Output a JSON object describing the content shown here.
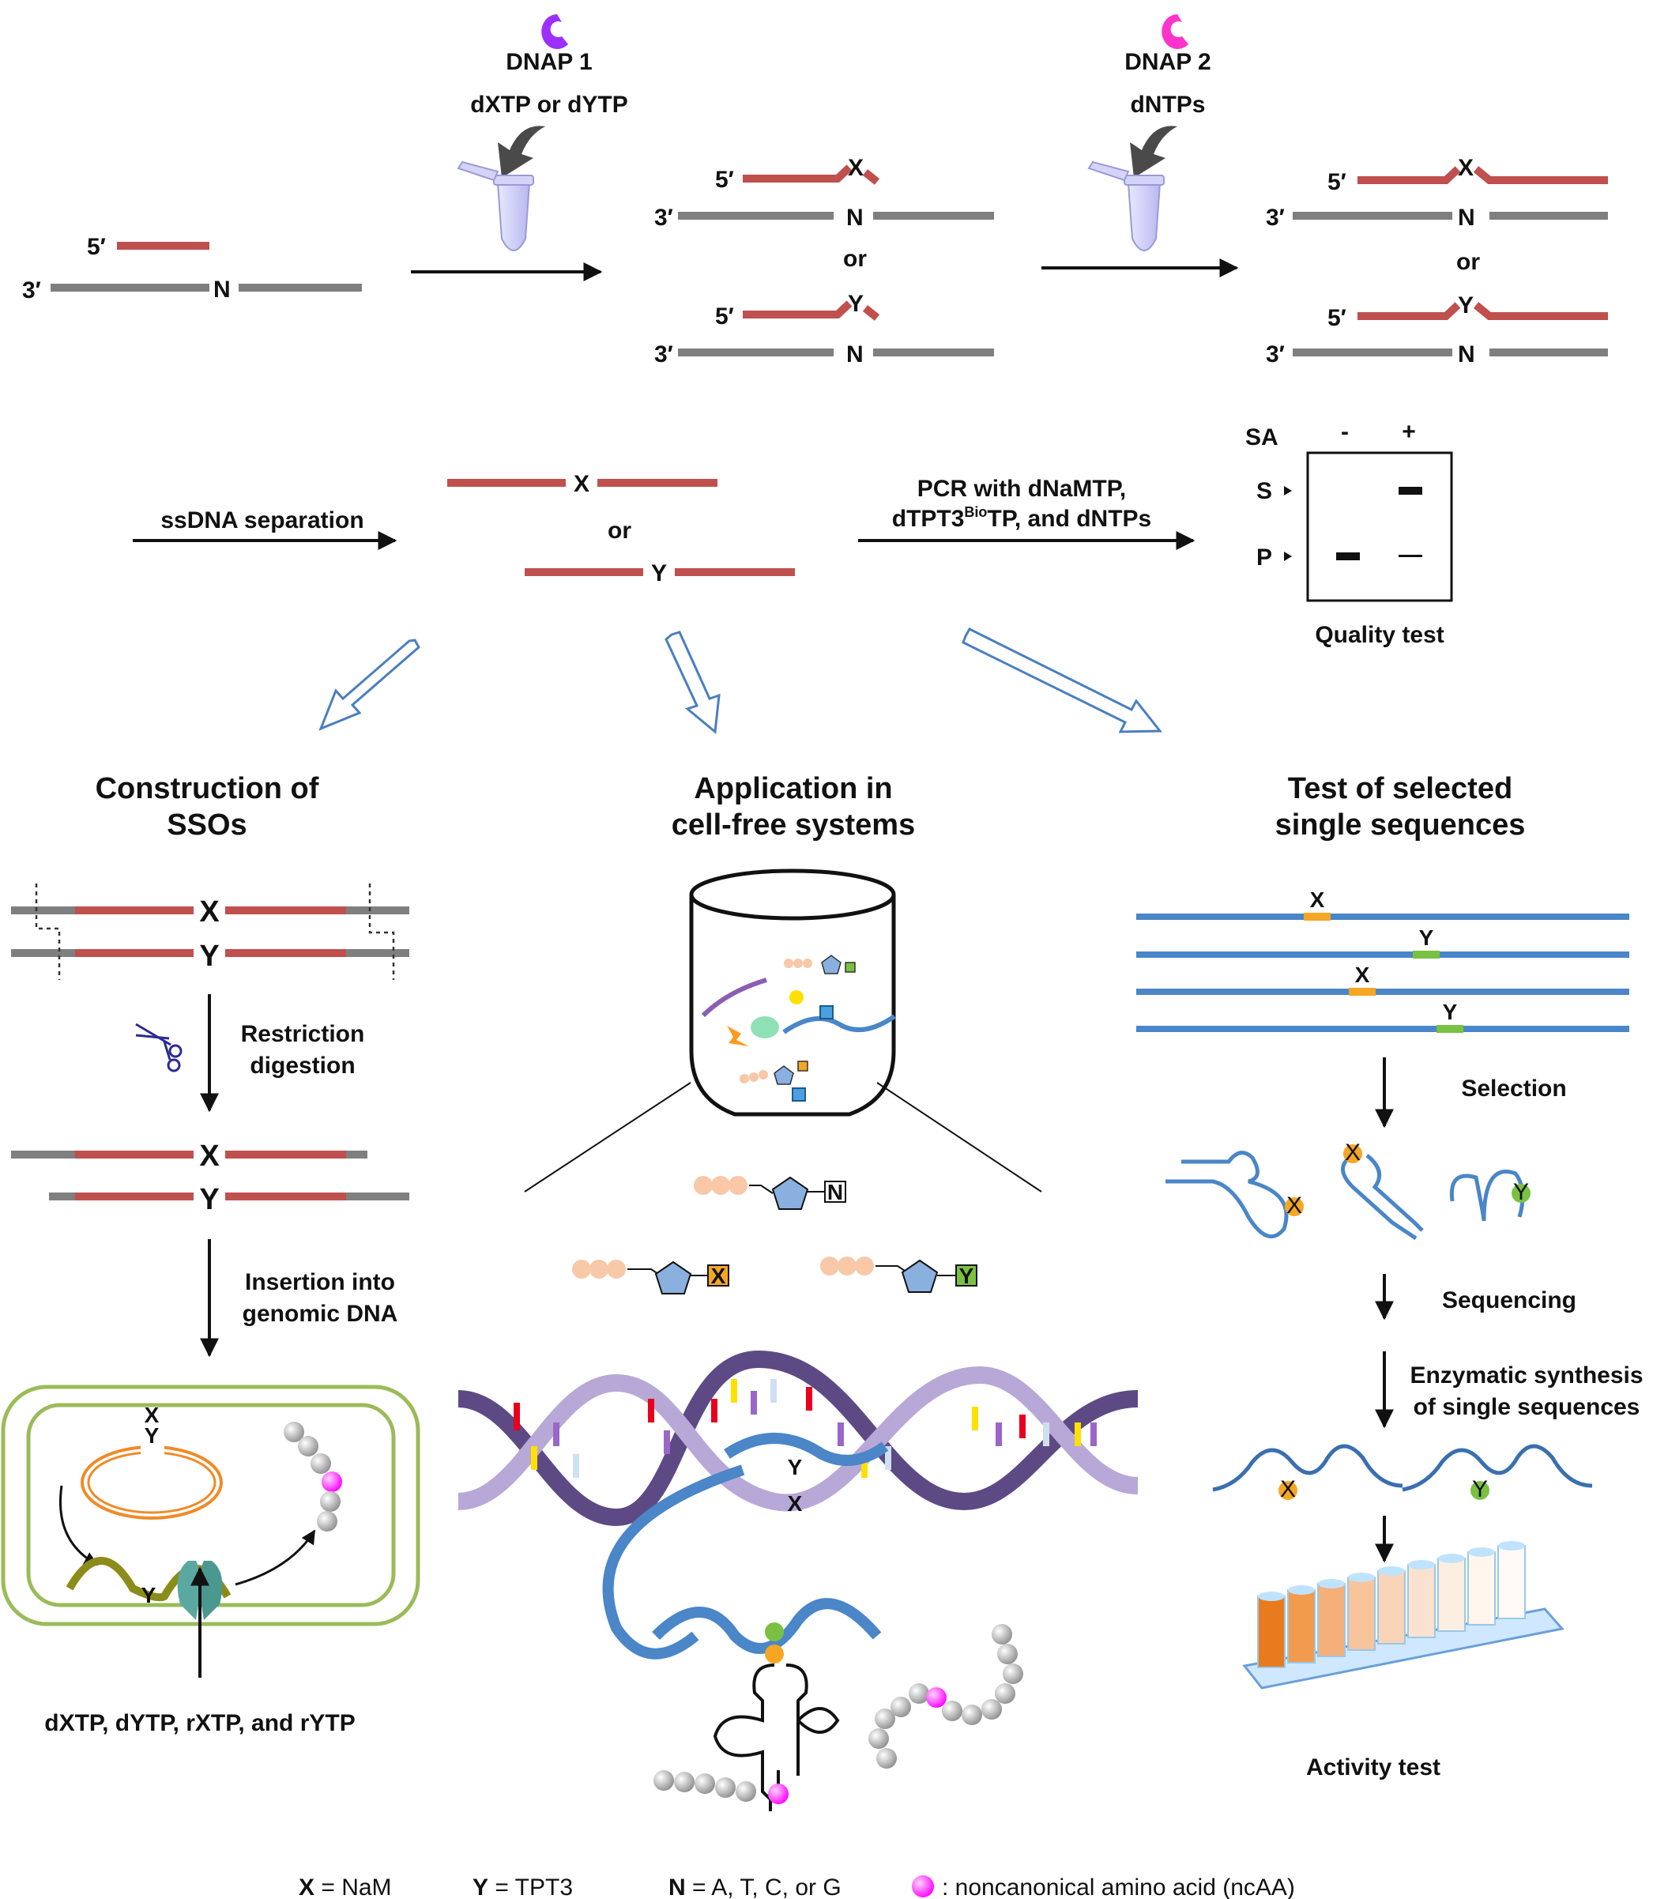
{
  "top": {
    "strand_5": "5′",
    "strand_3": "3′",
    "base_n": "N",
    "base_x": "X",
    "base_y": "Y",
    "or": "or",
    "dnap1": "DNAP 1",
    "dnap1_sub": "dXTP or dYTP",
    "dnap2": "DNAP 2",
    "dnap2_sub": "dNTPs"
  },
  "middle": {
    "ssdna": "ssDNA separation",
    "pcr_line1": "PCR with dNaMTP,",
    "pcr_line2a": "dTPT3",
    "pcr_line2_sup": "Bio",
    "pcr_line2b": "TP, and dNTPs",
    "gel_sa": "SA",
    "gel_minus": "-",
    "gel_plus": "+",
    "gel_s": "S",
    "gel_p": "P",
    "quality_test": "Quality test"
  },
  "sections": {
    "ssos_l1": "Construction of",
    "ssos_l2": "SSOs",
    "cellfree_l1": "Application in",
    "cellfree_l2": "cell-free systems",
    "single_l1": "Test of selected",
    "single_l2": "single sequences"
  },
  "left": {
    "restriction_l1": "Restriction",
    "restriction_l2": "digestion",
    "insertion_l1": "Insertion into",
    "insertion_l2": "genomic DNA",
    "feed": "dXTP, dYTP, rXTP, and rYTP"
  },
  "right": {
    "selection": "Selection",
    "sequencing": "Sequencing",
    "enz_l1": "Enzymatic synthesis",
    "enz_l2": "of single sequences",
    "activity": "Activity test"
  },
  "legend": {
    "x_key": "X",
    "x_val": " = NaM",
    "y_key": "Y",
    "y_val": " = TPT3",
    "n_key": "N",
    "n_val": " = A, T, C, or G",
    "ncaa": ": noncanonical amino acid (ncAA)"
  },
  "colors": {
    "strand_red": "#c0504d",
    "strand_gray": "#7f7f7f",
    "strand_blue": "#4a86c8",
    "x_orange": "#f5a623",
    "y_green": "#7ac143",
    "ncaa_magenta": "#ff33ff",
    "dnap1_purple": "#9b30ff",
    "dnap2_magenta": "#ff33cc",
    "cell_green": "#9bbb59"
  }
}
